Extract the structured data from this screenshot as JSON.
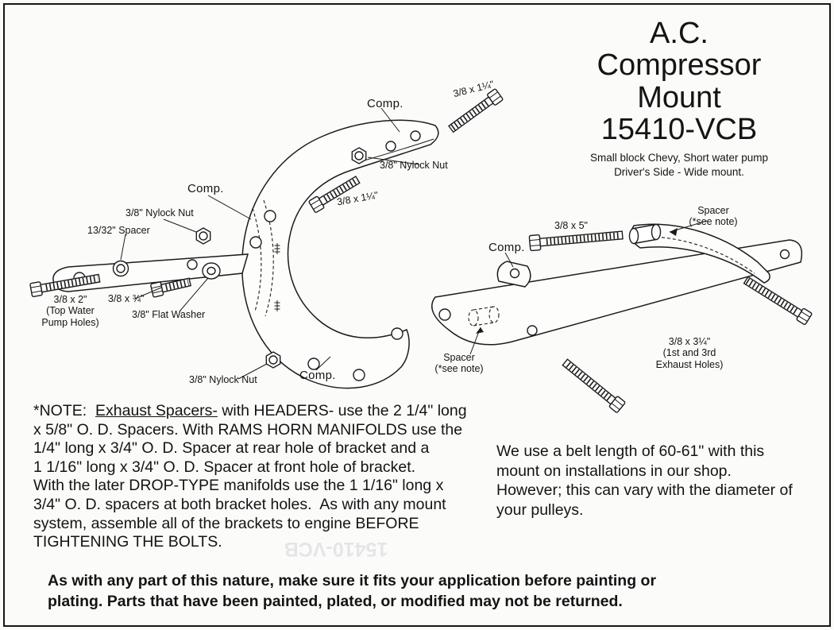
{
  "page": {
    "background": "#fbfbfa",
    "border_color": "#161616"
  },
  "title": {
    "lines": [
      "A.C.",
      "Compressor",
      "Mount",
      "15410-VCB"
    ],
    "subtitle": [
      "Small block Chevy, Short water pump",
      "Driver's Side - Wide mount."
    ]
  },
  "diagram": {
    "labels": [
      {
        "id": "comp-top",
        "text": "Comp."
      },
      {
        "id": "bolt-3-8x1-1-4-top",
        "text": "3/8 x 1¼\""
      },
      {
        "id": "nylock-nut-top",
        "text": "3/8\" Nylock Nut"
      },
      {
        "id": "bolt-3-8x1-1-4-mid",
        "text": "3/8 x 1¼\""
      },
      {
        "id": "comp-left",
        "text": "Comp."
      },
      {
        "id": "nylock-nut-left",
        "text": "3/8\" Nylock Nut"
      },
      {
        "id": "spacer-13-32",
        "text": "13/32\" Spacer"
      },
      {
        "id": "bolt-3-8x2",
        "text": "3/8 x 2\"\n(Top Water\nPump Holes)"
      },
      {
        "id": "bolt-3-8x3-4",
        "text": "3/8 x ¾\""
      },
      {
        "id": "flat-washer",
        "text": "3/8\" Flat Washer"
      },
      {
        "id": "nylock-nut-bottom",
        "text": "3/8\" Nylock Nut"
      },
      {
        "id": "comp-bottom",
        "text": "Comp."
      },
      {
        "id": "comp-right",
        "text": "Comp."
      },
      {
        "id": "bolt-3-8x5",
        "text": "3/8 x 5\""
      },
      {
        "id": "spacer-right-top",
        "text": "Spacer\n(*see note)"
      },
      {
        "id": "spacer-right-bottom",
        "text": "Spacer\n(*see note)"
      },
      {
        "id": "bolt-3-8x3-1-4",
        "text": "3/8 x 3¼\"\n(1st and 3rd\nExhaust Holes)"
      }
    ]
  },
  "notes": {
    "note_prefix": "*NOTE:  ",
    "note_underlined": "Exhaust Spacers-",
    "note_body": " with HEADERS- use the 2 1/4\" long\nx 5/8\" O. D. Spacers. With RAMS HORN MANIFOLDS use the\n1/4\" long x 3/4\" O. D. Spacer at rear hole of bracket and a\n1 1/16\" long x 3/4\" O. D. Spacer at front hole of bracket.\nWith the later DROP-TYPE manifolds use the 1 1/16\" long x\n3/4\" O. D. spacers at both bracket holes.  As with any mount\nsystem, assemble all of the brackets to engine BEFORE\nTIGHTENING THE BOLTS.",
    "belt_note": "We use a belt length of 60-61\" with this\nmount on installations in our shop.\nHowever; this can vary with the diameter of\nyour pulleys."
  },
  "footer": {
    "text": "As with any part of this nature, make sure it fits your application before painting or\nplating.  Parts that have been painted, plated, or modified may not be returned."
  },
  "watermark": {
    "lines": [
      "15410-VCB",
      ""
    ]
  }
}
